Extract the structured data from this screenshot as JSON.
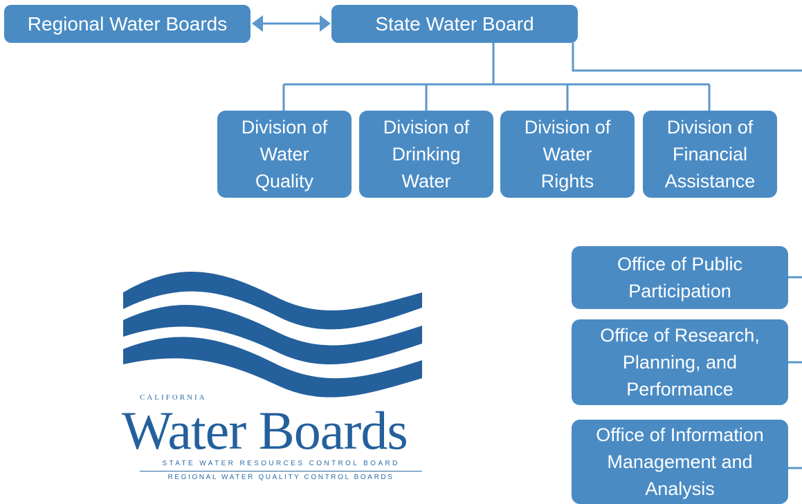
{
  "org_chart": {
    "regional": "Regional Water Boards",
    "state": "State Water Board",
    "divisions": [
      "Division of\nWater\nQuality",
      "Division of\nDrinking\nWater",
      "Division of\nWater\nRights",
      "Division of\nFinancial\nAssistance"
    ],
    "offices": [
      "Office of Public\nParticipation",
      "Office of Research,\nPlanning, and\nPerformance",
      "Office of Information\nManagement and\nAnalysis"
    ]
  },
  "logo": {
    "california": "CALIFORNIA",
    "name": "Water Boards",
    "line1": "STATE WATER RESOURCES CONTROL BOARD",
    "line2": "REGIONAL WATER QUALITY CONTROL BOARDS"
  },
  "colors": {
    "box": "#4a8bc4",
    "connector": "#5b97cc",
    "logo_wave": "#24609c"
  }
}
